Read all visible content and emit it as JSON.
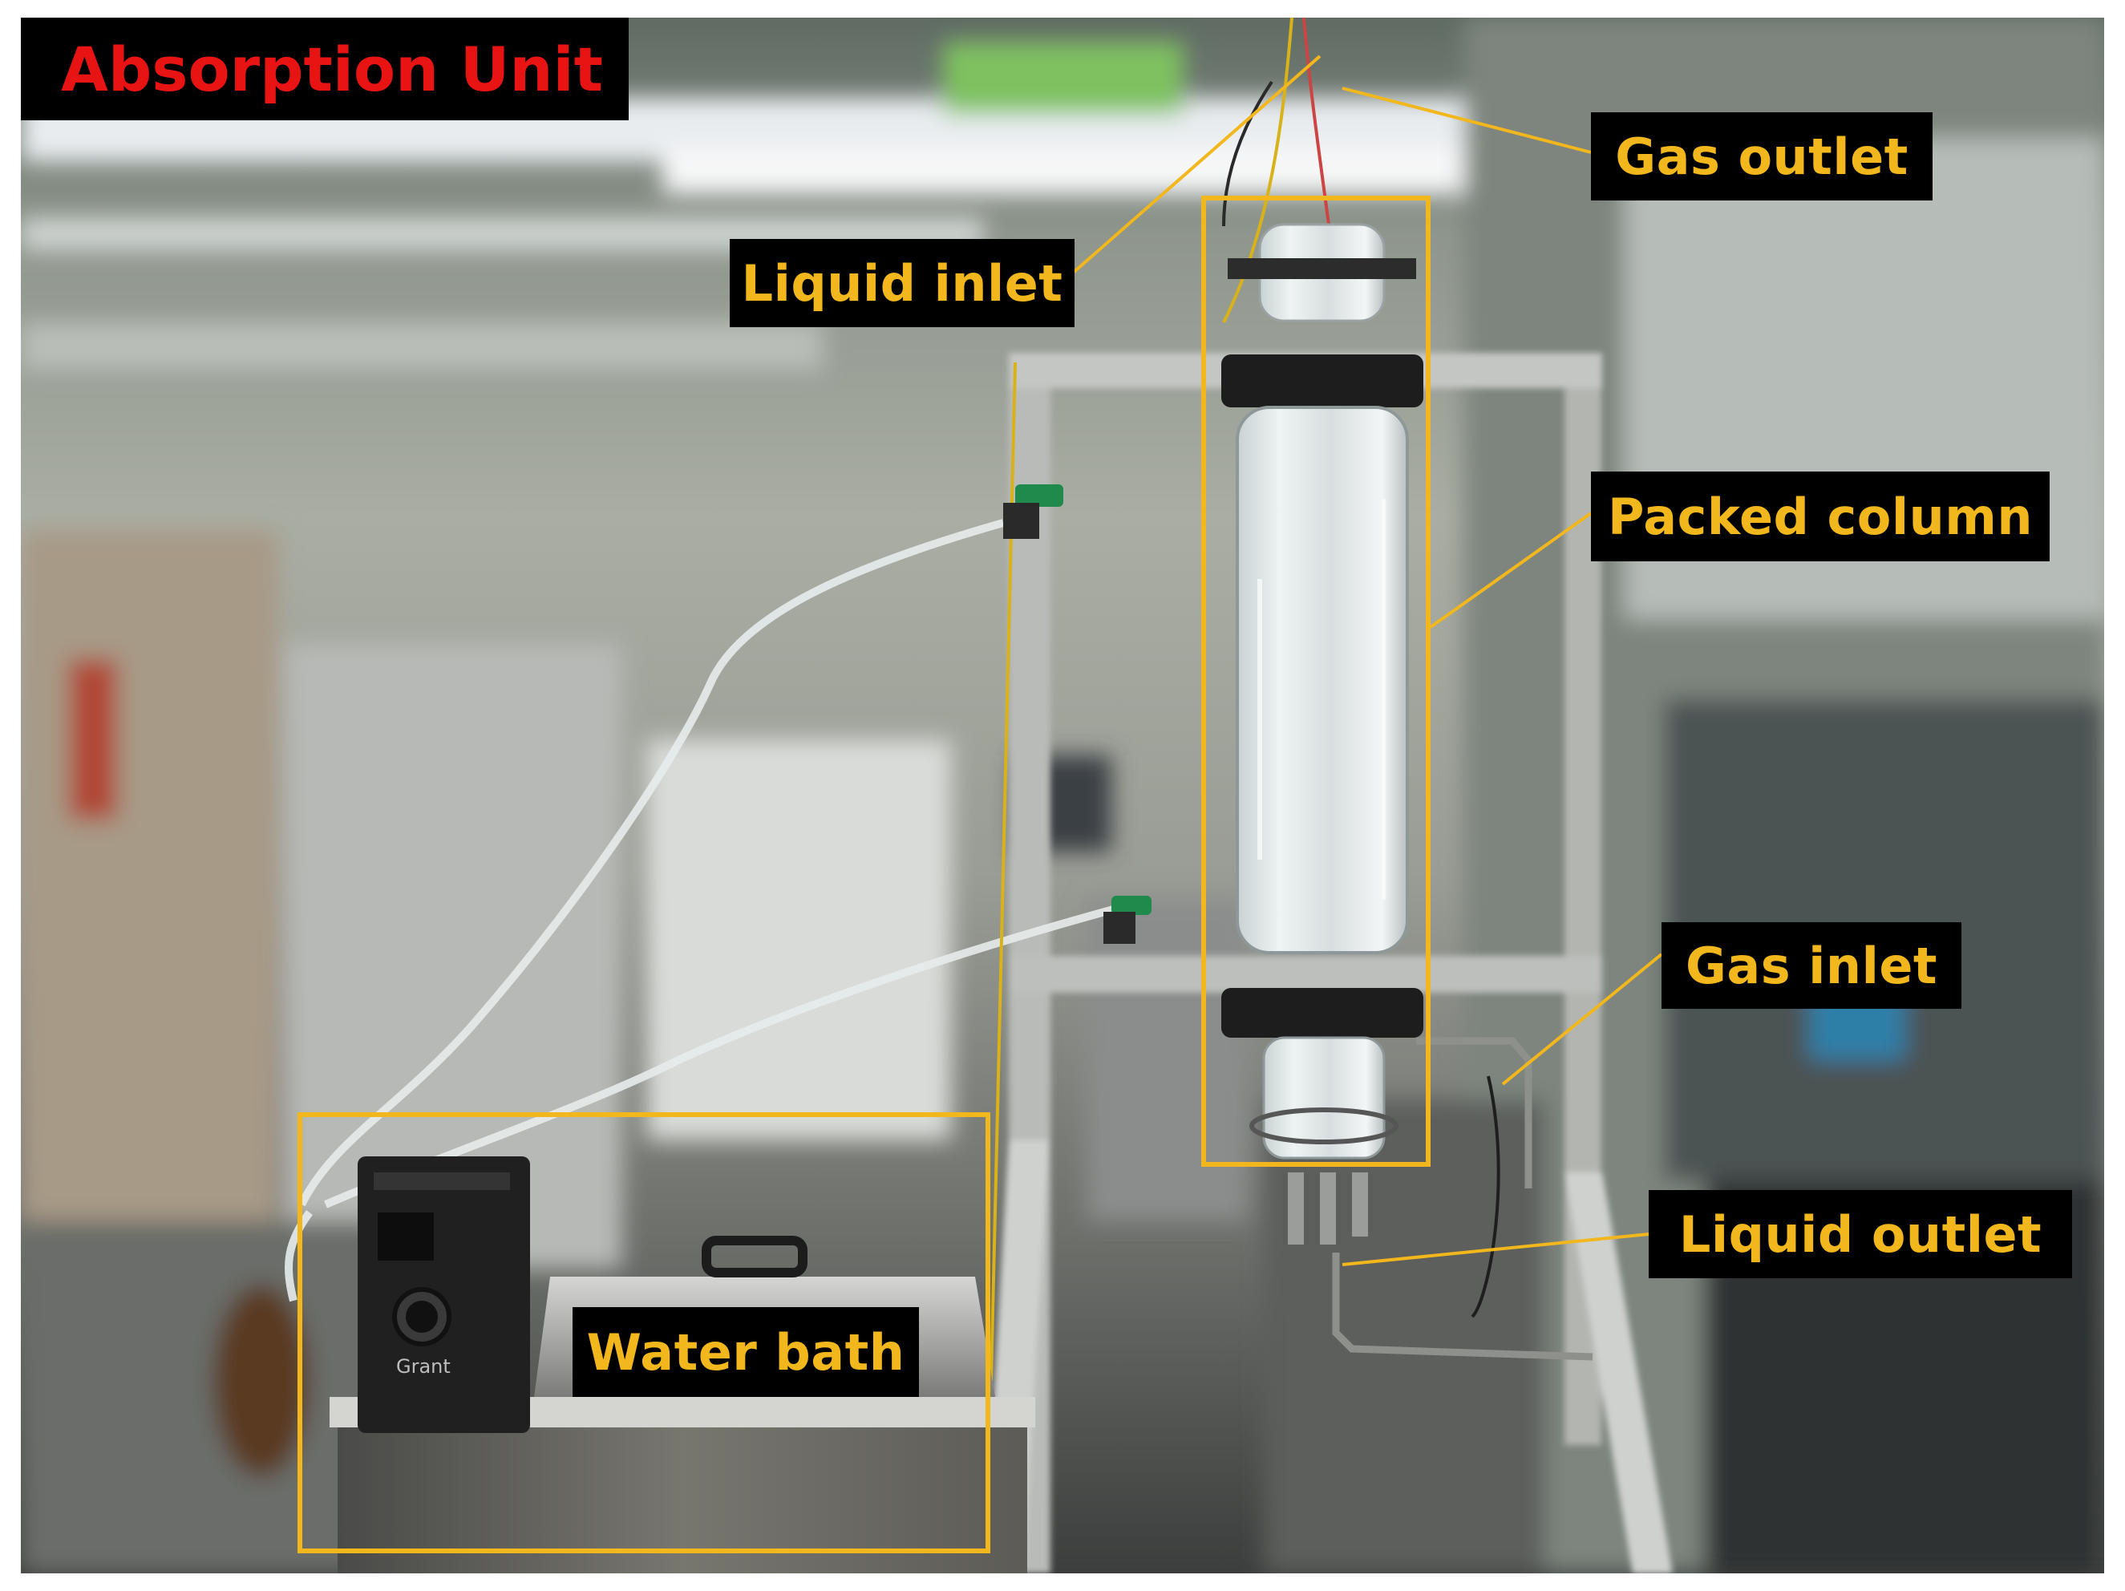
{
  "title": "Absorption Unit",
  "labels": {
    "gas_outlet": "Gas outlet",
    "liquid_inlet": "Liquid inlet",
    "packed_column": "Packed column",
    "gas_inlet": "Gas inlet",
    "liquid_outlet": "Liquid outlet",
    "water_bath": "Water bath"
  },
  "device_brand": "Grant",
  "colors": {
    "title_text": "#e81414",
    "label_text": "#f2b71d",
    "label_background": "#000000",
    "callout_line": "#f2b71d"
  }
}
